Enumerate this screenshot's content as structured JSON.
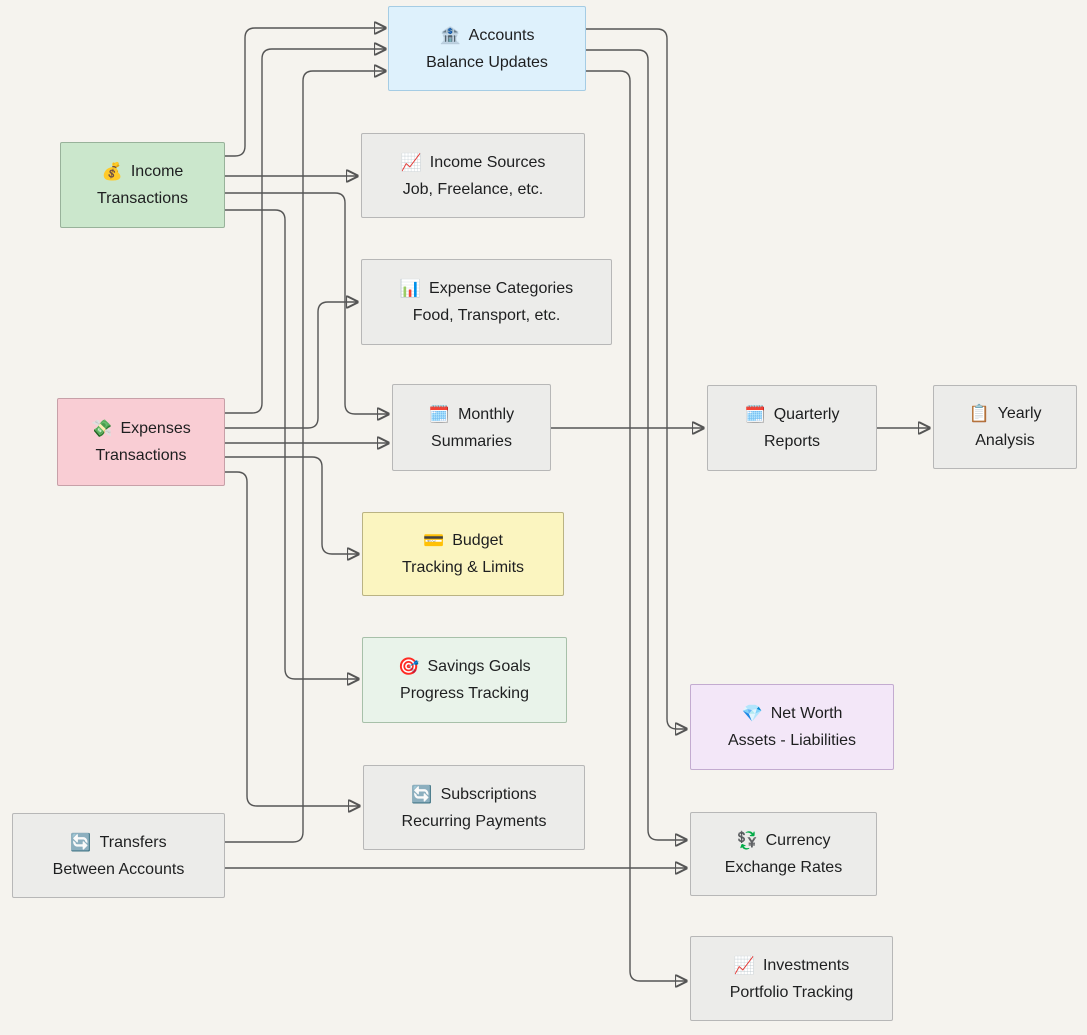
{
  "page": {
    "background_color": "#f5f3ee"
  },
  "diagram": {
    "type": "flowchart",
    "direction": "left-to-right",
    "edge_color": "#555555",
    "nodes": {
      "accounts": {
        "icon": "🏦",
        "title": "Accounts",
        "subtitle": "Balance Updates",
        "fill": "#def1fc",
        "border": "#a5cce4"
      },
      "income": {
        "icon": "💰",
        "title": "Income",
        "subtitle": "Transactions",
        "fill": "#cbe7cc",
        "border": "#98b29a"
      },
      "income_sources": {
        "icon": "📈",
        "title": "Income Sources",
        "subtitle": "Job, Freelance, etc.",
        "fill": "#ececea",
        "border": "#b7b7b7"
      },
      "expense_categories": {
        "icon": "📊",
        "title": "Expense Categories",
        "subtitle": "Food, Transport, etc.",
        "fill": "#ececea",
        "border": "#b7b7b7"
      },
      "expenses": {
        "icon": "💸",
        "title": "Expenses",
        "subtitle": "Transactions",
        "fill": "#f9cdd4",
        "border": "#c7a0a8"
      },
      "monthly": {
        "icon": "🗓️",
        "title": "Monthly",
        "subtitle": "Summaries",
        "fill": "#ececea",
        "border": "#b7b7b7"
      },
      "quarterly": {
        "icon": "🗓️",
        "title": "Quarterly",
        "subtitle": "Reports",
        "fill": "#ececea",
        "border": "#b7b7b7"
      },
      "yearly": {
        "icon": "📋",
        "title": "Yearly",
        "subtitle": "Analysis",
        "fill": "#ececea",
        "border": "#b7b7b7"
      },
      "budget": {
        "icon": "💳",
        "title": "Budget",
        "subtitle": "Tracking & Limits",
        "fill": "#fbf5c0",
        "border": "#bab383"
      },
      "savings": {
        "icon": "🎯",
        "title": "Savings Goals",
        "subtitle": "Progress Tracking",
        "fill": "#e9f3ea",
        "border": "#a7c0a9"
      },
      "subscriptions": {
        "icon": "🔄",
        "title": "Subscriptions",
        "subtitle": "Recurring Payments",
        "fill": "#ececea",
        "border": "#b7b7b7"
      },
      "transfers": {
        "icon": "🔄",
        "title": "Transfers",
        "subtitle": "Between Accounts",
        "fill": "#ececea",
        "border": "#b7b7b7"
      },
      "networth": {
        "icon": "💎",
        "title": "Net Worth",
        "subtitle": "Assets - Liabilities",
        "fill": "#f3e7f8",
        "border": "#c3abd0"
      },
      "currency": {
        "icon": "💱",
        "title": "Currency",
        "subtitle": "Exchange Rates",
        "fill": "#ececea",
        "border": "#b7b7b7"
      },
      "investments": {
        "icon": "📈",
        "title": "Investments",
        "subtitle": "Portfolio Tracking",
        "fill": "#ececea",
        "border": "#b7b7b7"
      }
    },
    "edges": [
      {
        "from": "income",
        "to": "accounts"
      },
      {
        "from": "income",
        "to": "income_sources"
      },
      {
        "from": "income",
        "to": "monthly"
      },
      {
        "from": "income",
        "to": "savings"
      },
      {
        "from": "expenses",
        "to": "accounts"
      },
      {
        "from": "expenses",
        "to": "expense_categories"
      },
      {
        "from": "expenses",
        "to": "monthly"
      },
      {
        "from": "expenses",
        "to": "budget"
      },
      {
        "from": "expenses",
        "to": "subscriptions"
      },
      {
        "from": "transfers",
        "to": "accounts"
      },
      {
        "from": "transfers",
        "to": "currency"
      },
      {
        "from": "accounts",
        "to": "networth"
      },
      {
        "from": "accounts",
        "to": "currency"
      },
      {
        "from": "accounts",
        "to": "investments"
      },
      {
        "from": "monthly",
        "to": "quarterly"
      },
      {
        "from": "quarterly",
        "to": "yearly"
      }
    ]
  }
}
